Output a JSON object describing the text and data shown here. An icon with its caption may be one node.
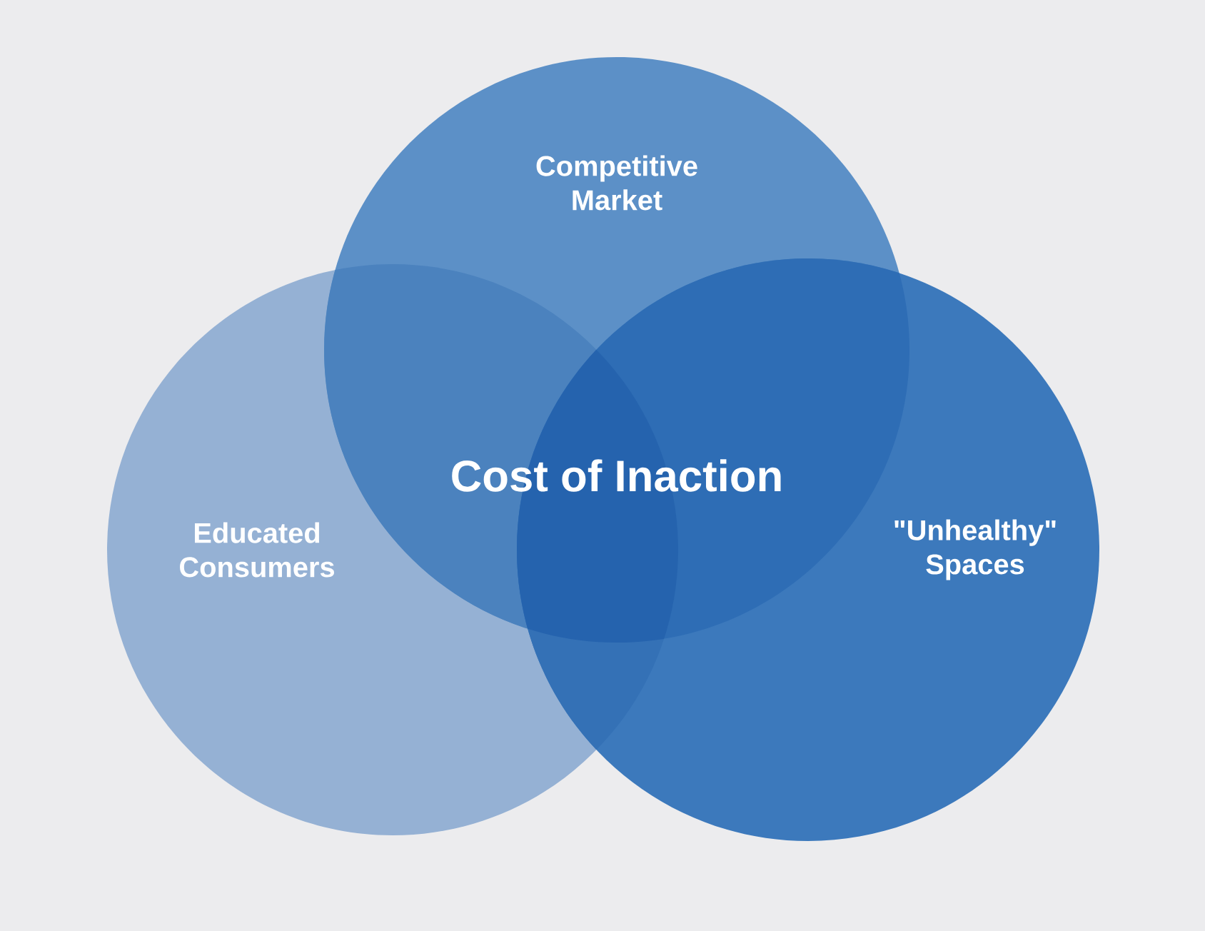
{
  "diagram": {
    "nodes": [
      {
        "text": [
          "Competitive Market"
        ]
      },
      {
        "text": [
          "Educated Consumers"
        ]
      },
      {
        "text": [
          "\"Unhealthy\" Spaces"
        ]
      }
    ],
    "labels": [
      "Cost of Inaction"
    ]
  }
}
